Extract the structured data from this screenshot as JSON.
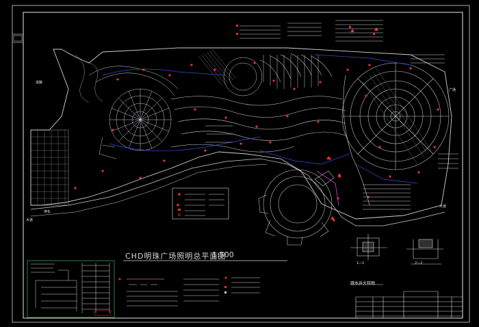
{
  "drawing": {
    "title": "CHD明珠广场照明总平面图",
    "scale": "1:500",
    "section_title": "疏水井大样图",
    "section_a": "1—1",
    "section_b": "2—2",
    "label_west": "大道",
    "label_east": "大道",
    "label_north": "道路",
    "label_parking": "停车",
    "label_right_top": "广场"
  },
  "colors": {
    "background": "#000000",
    "frame": "#e8e8e8",
    "plan": "#cfd2d6",
    "lamp": "#e8342f",
    "cable": "#3c4dd6",
    "annotation": "#e8e8e8",
    "titleblock_text": "#e0d26a",
    "border_green": "#3aa04a",
    "magenta": "#d04adf"
  }
}
